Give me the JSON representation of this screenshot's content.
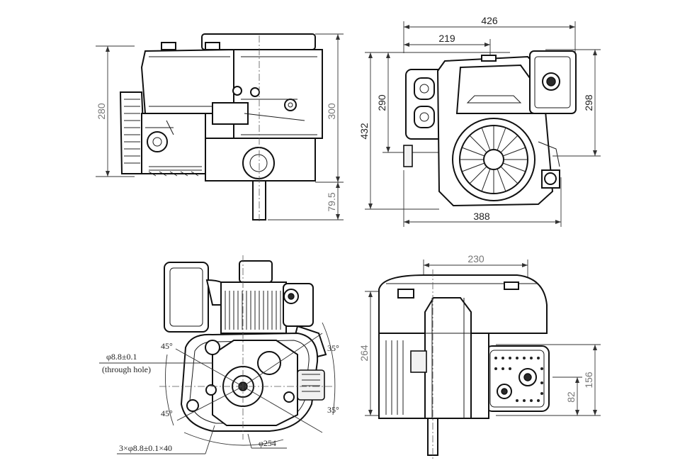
{
  "dimensions": {
    "height_280": "280",
    "height_300": "300",
    "shaft_79_5": "79.5",
    "width_426": "426",
    "width_219": "219",
    "height_290": "290",
    "height_432": "432",
    "height_298": "298",
    "width_388": "388",
    "width_230": "230",
    "height_264": "264",
    "height_156": "156",
    "height_82": "82",
    "angle_45_top": "45°",
    "angle_45_bottom": "45°",
    "angle_35_top": "35°",
    "angle_35_bottom": "35°",
    "hole_main": "φ8.8±0.1",
    "hole_main_note": "(through hole)",
    "hole_pattern": "3×φ8.8±0.1×40",
    "bolt_circle": "φ254"
  },
  "colors": {
    "line": "#111111",
    "dimension": "#333333",
    "background": "#ffffff"
  }
}
